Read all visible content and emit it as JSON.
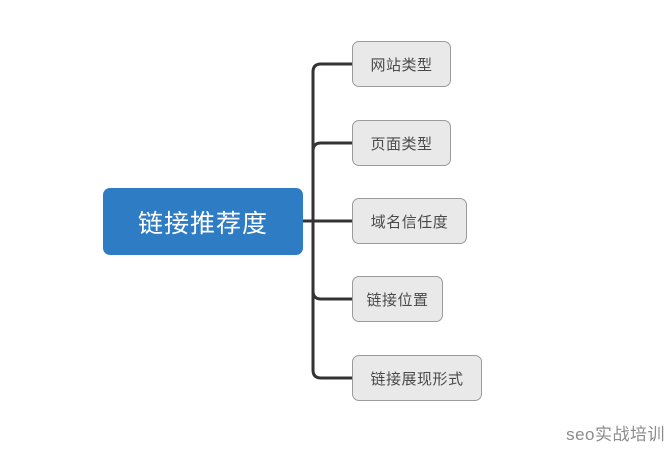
{
  "diagram": {
    "type": "mind-map",
    "background_color": "#ffffff",
    "root": {
      "label": "链接推荐度",
      "fill_color": "#2E7CC4",
      "text_color": "#ffffff"
    },
    "branch": {
      "line_color": "#333333",
      "line_width": 3
    },
    "children": [
      {
        "label": "网站类型",
        "fill_color": "#e9e9e9",
        "border_color": "#9b9b9b",
        "text_color": "#4a4a4a"
      },
      {
        "label": "页面类型",
        "fill_color": "#e9e9e9",
        "border_color": "#9b9b9b",
        "text_color": "#4a4a4a"
      },
      {
        "label": "域名信任度",
        "fill_color": "#e9e9e9",
        "border_color": "#9b9b9b",
        "text_color": "#4a4a4a"
      },
      {
        "label": "链接位置",
        "fill_color": "#e9e9e9",
        "border_color": "#9b9b9b",
        "text_color": "#4a4a4a"
      },
      {
        "label": "链接展现形式",
        "fill_color": "#e9e9e9",
        "border_color": "#9b9b9b",
        "text_color": "#4a4a4a"
      }
    ]
  },
  "watermark": {
    "text": "seo实战培训",
    "color": "#8c8c8c"
  }
}
